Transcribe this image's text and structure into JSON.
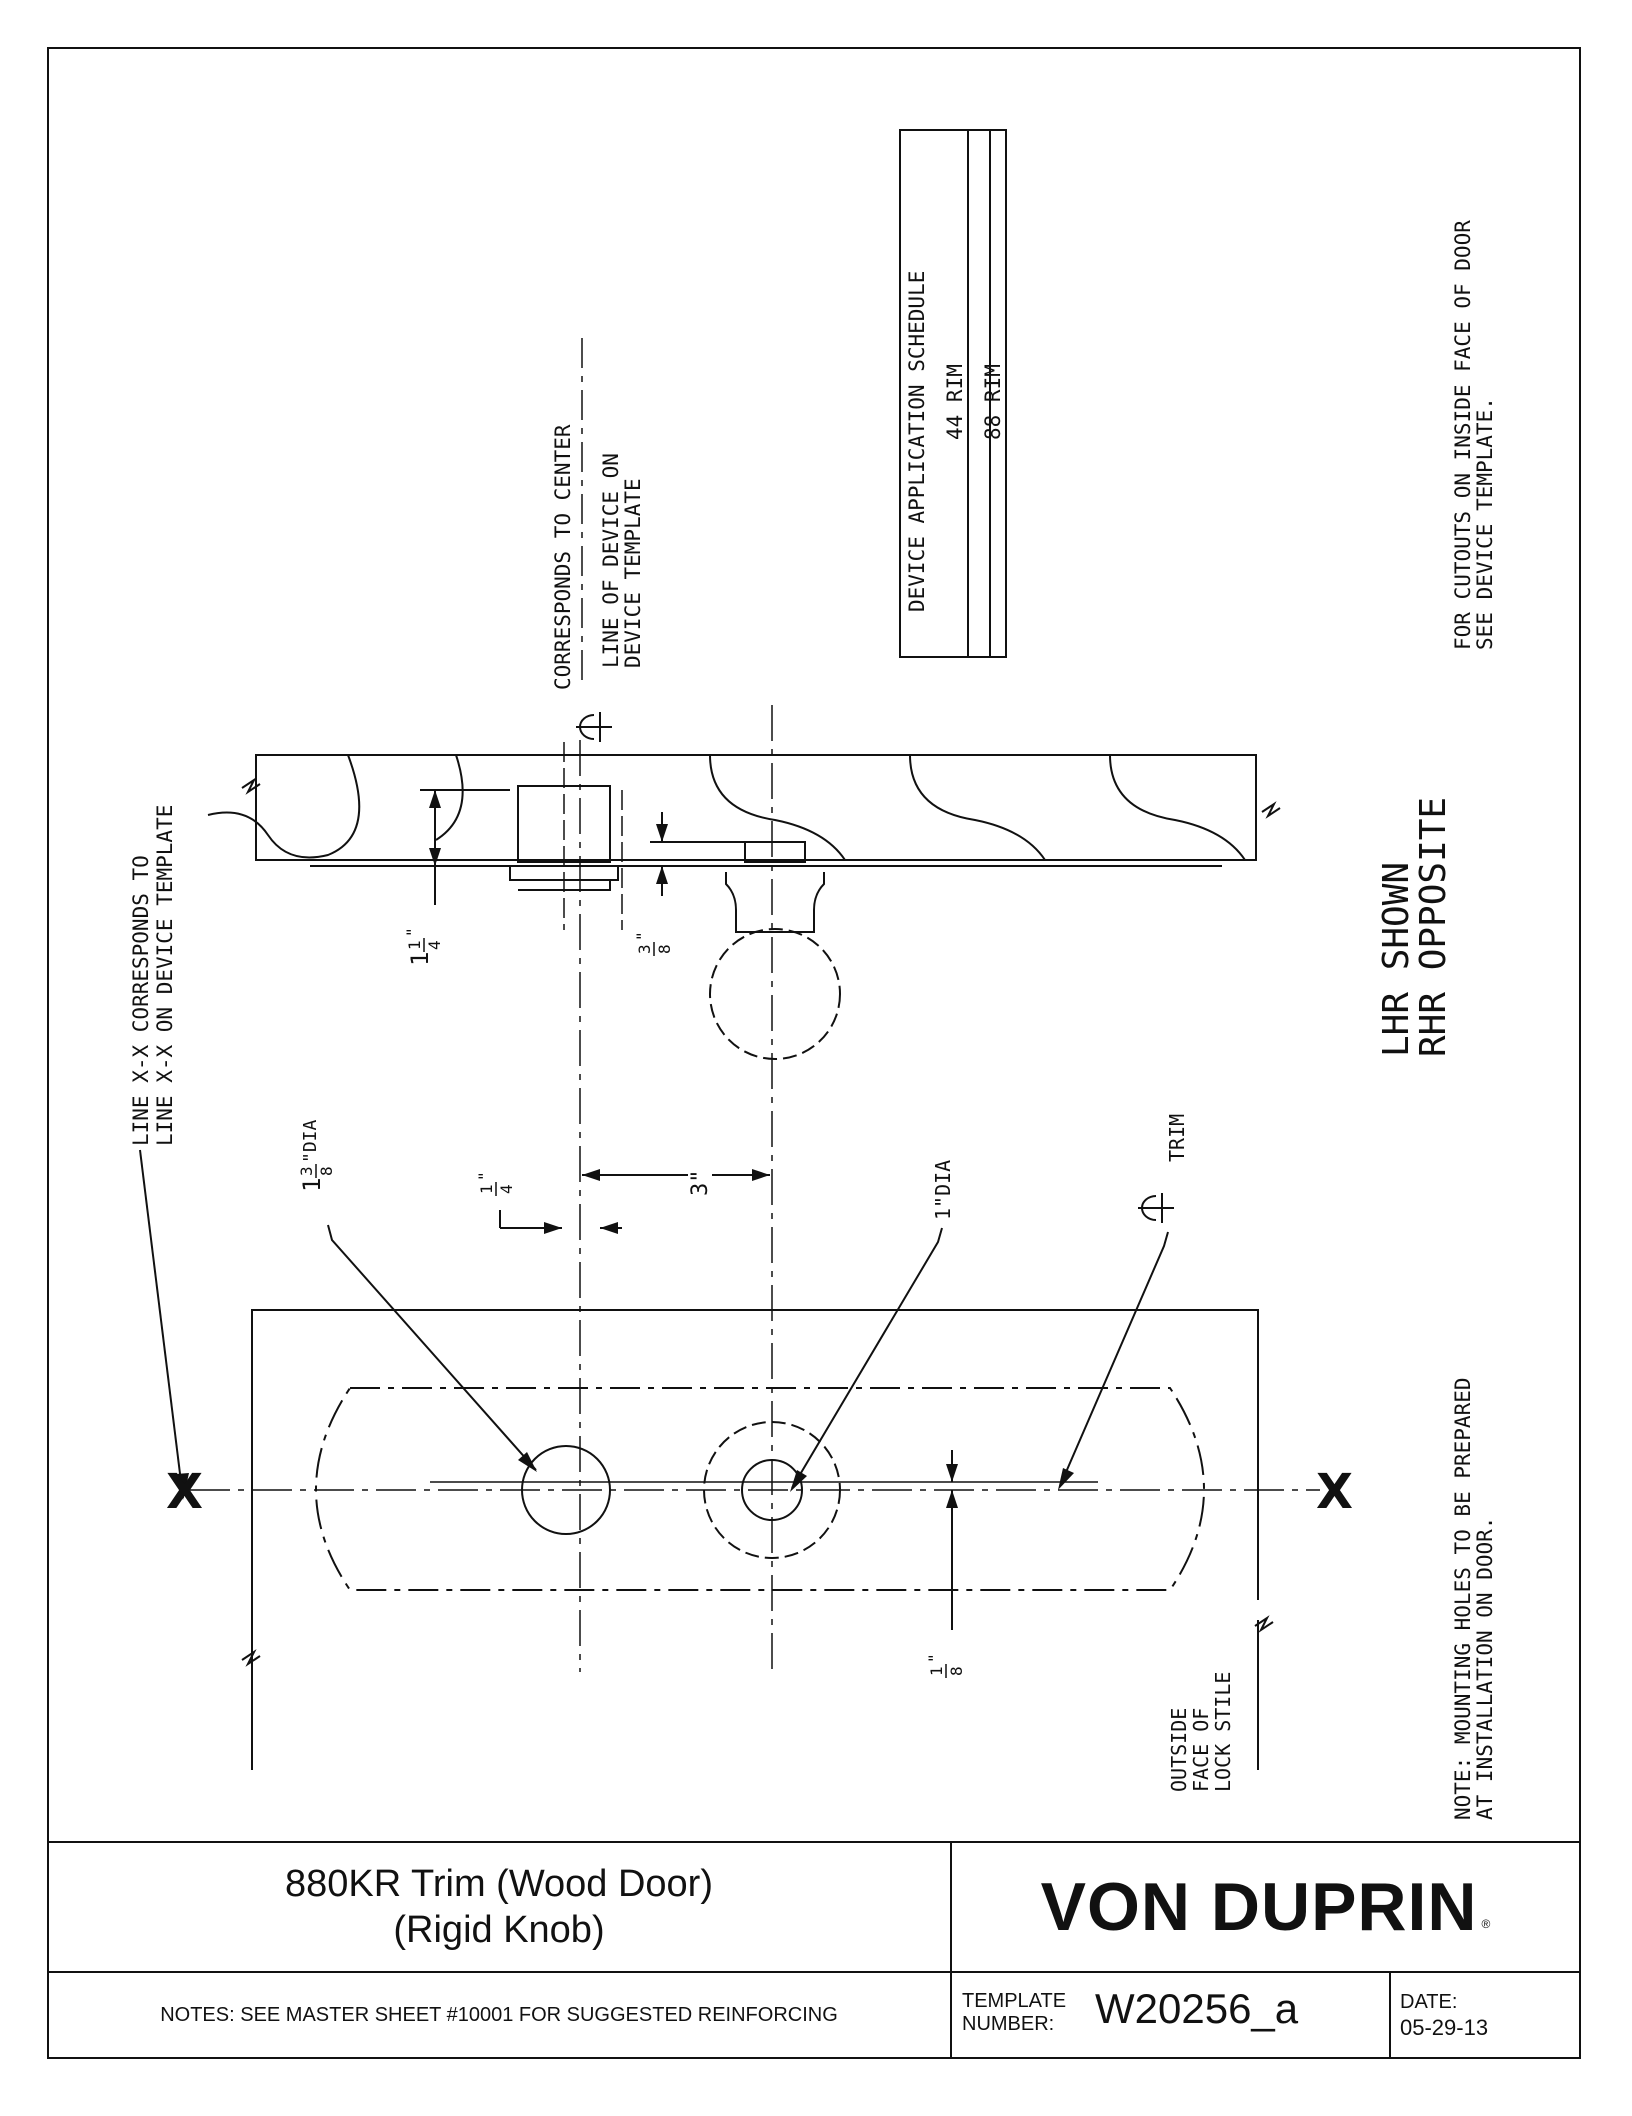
{
  "drawing": {
    "schedule": {
      "title": "DEVICE APPLICATION SCHEDULE",
      "rows": [
        "44 RIM",
        "88 RIM"
      ]
    },
    "notes": {
      "cutouts_line1": "FOR CUTOUTS ON INSIDE FACE OF DOOR",
      "cutouts_line2": "SEE DEVICE TEMPLATE.",
      "handing_line1": "LHR SHOWN",
      "handing_line2": "RHR OPPOSITE",
      "mounting_line1": "NOTE: MOUNTING HOLES TO BE PREPARED",
      "mounting_line2": "AT INSTALLATION ON DOOR.",
      "line_xx_1": "LINE X-X CORRESPONDS TO",
      "line_xx_2": "LINE X-X ON DEVICE TEMPLATE",
      "center_1": "CORRESPONDS TO CENTER",
      "center_2": "LINE OF DEVICE ON",
      "center_3": "DEVICE TEMPLATE",
      "stile_1": "OUTSIDE",
      "stile_2": "FACE OF",
      "stile_3": "LOCK STILE",
      "trim_label": "TRIM",
      "x_mark": "X"
    },
    "dimensions": {
      "dim_1_1_4": {
        "whole": "1",
        "num": "1",
        "den": "4",
        "unit": "\""
      },
      "dim_3_8": {
        "num": "3",
        "den": "8",
        "unit": "\""
      },
      "dim_1_4": {
        "num": "1",
        "den": "4",
        "unit": "\""
      },
      "dim_3": "3\"",
      "dim_1_3_8_dia": {
        "whole": "1",
        "num": "3",
        "den": "8",
        "unit": "\"DIA"
      },
      "dim_1_dia": "1\"DIA",
      "dim_1_8": {
        "num": "1",
        "den": "8",
        "unit": "\""
      }
    }
  },
  "title_block": {
    "title_line1": "880KR Trim (Wood Door)",
    "title_line2": "(Rigid Knob)",
    "brand": "VON DUPRIN",
    "brand_mark": "®",
    "notes": "NOTES: SEE MASTER SHEET #10001 FOR SUGGESTED REINFORCING",
    "template_label_1": "TEMPLATE",
    "template_label_2": "NUMBER:",
    "template_number": "W20256_a",
    "date_label": "DATE:",
    "date_value": "05-29-13"
  }
}
